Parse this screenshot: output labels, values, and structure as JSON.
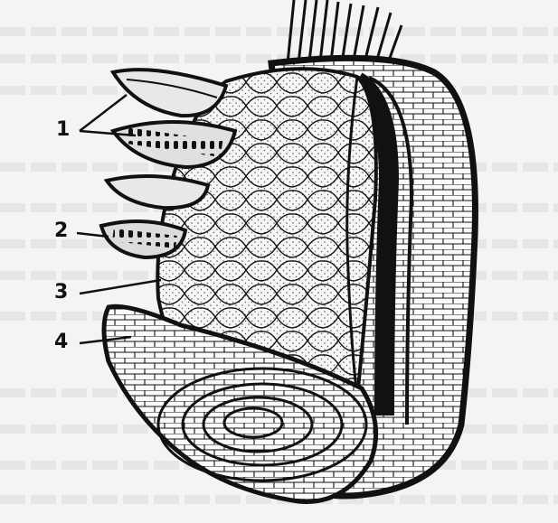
{
  "diagram": {
    "labels": [
      {
        "id": "label-1",
        "text": "1"
      },
      {
        "id": "label-2",
        "text": "2"
      },
      {
        "id": "label-3",
        "text": "3"
      },
      {
        "id": "label-4",
        "text": "4"
      }
    ]
  }
}
